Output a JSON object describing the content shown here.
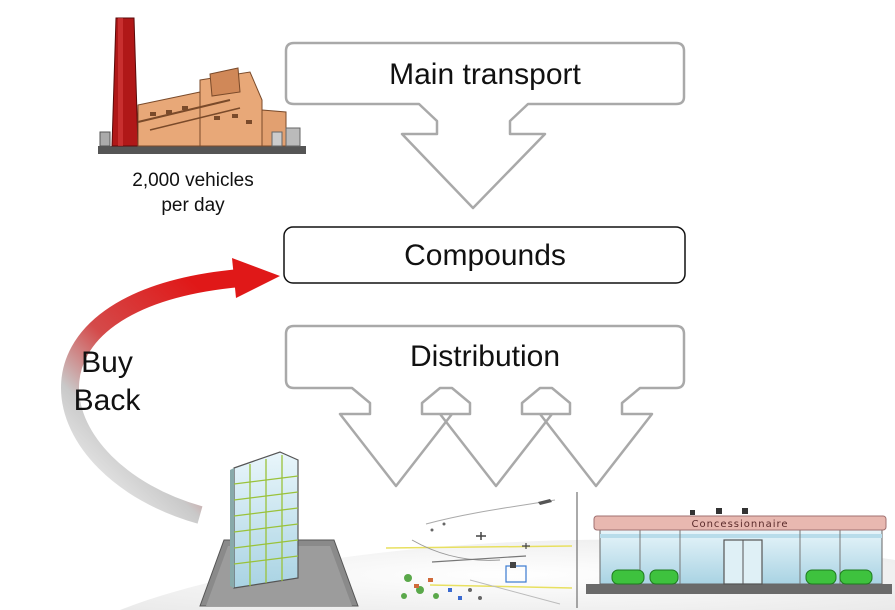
{
  "factory": {
    "caption_line1": "2,000 vehicles",
    "caption_line2": "per day",
    "icon": "factory-icon"
  },
  "flow": {
    "main_transport_label": "Main transport",
    "compounds_label": "Compounds",
    "distribution_label": "Distribution"
  },
  "buy_back": {
    "line1": "Buy",
    "line2": "Back"
  },
  "destinations": {
    "office_icon": "office-building-icon",
    "airport_icon": "airport-map-icon",
    "dealer_icon": "dealership-icon",
    "dealer_sign": "Concessionnaire"
  },
  "colors": {
    "arrow_outline": "#a9a9a9",
    "buyback_arrow": "#e02020",
    "chimney": "#b01818",
    "factory_body": "#e8a878",
    "glass": "#cfe8f2",
    "grass": "#3ec23e"
  }
}
